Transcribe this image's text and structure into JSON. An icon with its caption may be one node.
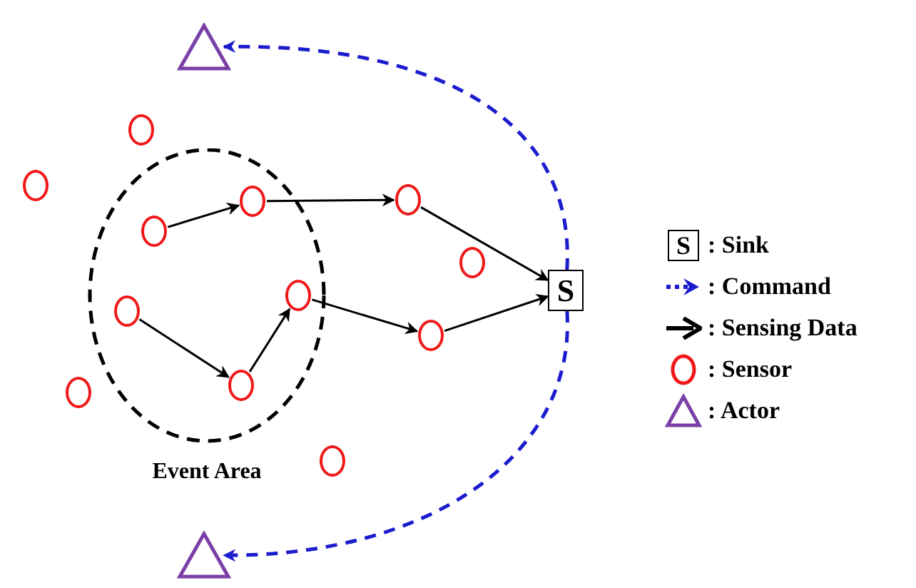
{
  "diagram": {
    "nodes": [
      {
        "text": [
          "Event Area"
        ]
      },
      {
        "text": [],
        "shape": "triangle"
      },
      {
        "text": [],
        "shape": "circle"
      },
      {
        "text": [],
        "shape": "circle"
      },
      {
        "text": [],
        "shape": "circle",
        "in": 0
      },
      {
        "text": [],
        "shape": "circle",
        "in": 0
      },
      {
        "text": [],
        "shape": "circle"
      },
      {
        "text": [],
        "shape": "circle"
      },
      {
        "text": [
          "S"
        ]
      },
      {
        "text": [],
        "shape": "circle",
        "in": 0
      },
      {
        "text": [],
        "shape": "circle",
        "in": 0
      },
      {
        "text": [],
        "shape": "circle"
      },
      {
        "text": [],
        "shape": "circle",
        "in": 0
      },
      {
        "text": [],
        "shape": "circle"
      },
      {
        "text": [],
        "shape": "circle"
      },
      {
        "text": [],
        "shape": "triangle"
      }
    ],
    "edges": [
      {
        "from": 4,
        "to": 5,
        "arrow": "to"
      },
      {
        "from": 5,
        "to": 6,
        "arrow": "to"
      },
      {
        "from": 6,
        "to": 8,
        "arrow": "to"
      },
      {
        "from": 10,
        "to": 12,
        "arrow": "to"
      },
      {
        "from": 12,
        "to": 9,
        "arrow": "to"
      },
      {
        "from": 9,
        "to": 11,
        "arrow": "to"
      },
      {
        "from": 11,
        "to": 8,
        "arrow": "to"
      },
      {
        "from": 8,
        "to": 1,
        "arrow": "to",
        "style": "dashed",
        "color": "#1c1ccf"
      },
      {
        "from": 8,
        "to": 15,
        "arrow": "to",
        "style": "dashed",
        "color": "#1c1ccf"
      }
    ],
    "labels": [
      "S"
    ],
    "legend": [
      {
        "text": ": Sink"
      },
      {
        "text": ": Command"
      },
      {
        "text": ": Sensing Data"
      },
      {
        "text": ": Sensor"
      },
      {
        "text": ": Actor"
      }
    ]
  }
}
